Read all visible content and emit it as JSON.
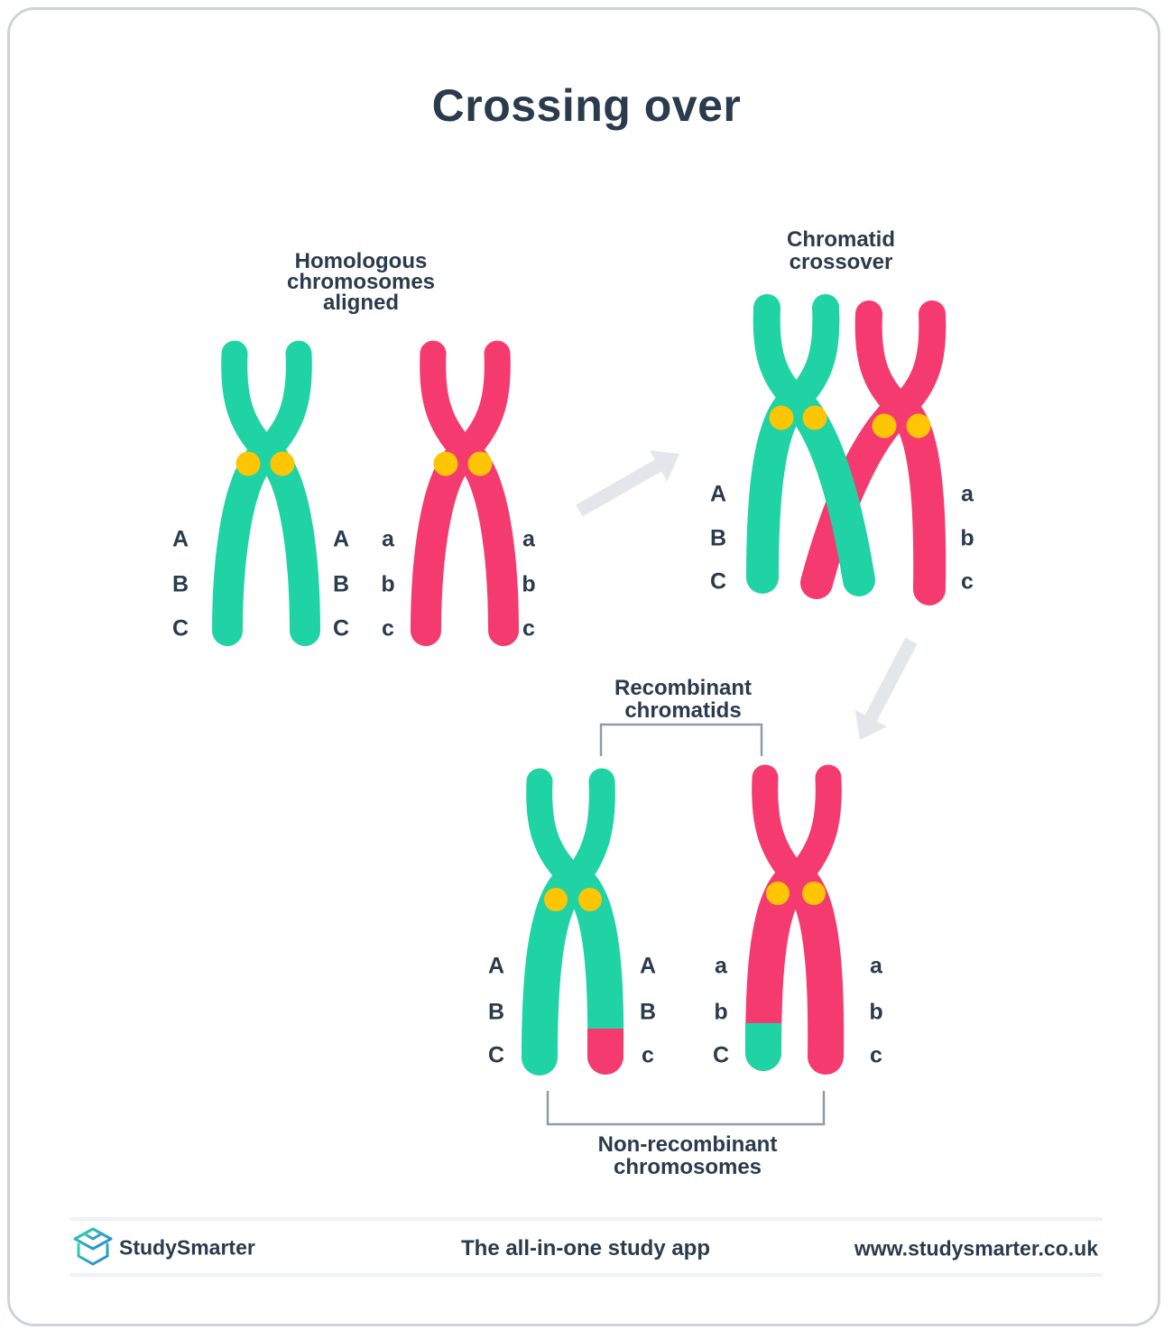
{
  "title": "Crossing over",
  "sections": {
    "homologous": {
      "title_lines": [
        "Homologous",
        "chromosomes",
        "aligned"
      ],
      "green_left": [
        "A",
        "B",
        "C"
      ],
      "green_right": [
        "A",
        "B",
        "C"
      ],
      "pink_left": [
        "a",
        "b",
        "c"
      ],
      "pink_right": [
        "a",
        "b",
        "c"
      ]
    },
    "crossover": {
      "title_lines": [
        "Chromatid",
        "crossover"
      ],
      "left": [
        "A",
        "B",
        "C"
      ],
      "right": [
        "a",
        "b",
        "c"
      ]
    },
    "result": {
      "recombinant_lines": [
        "Recombinant",
        "chromatids"
      ],
      "nonrecombinant_lines": [
        "Non-recombinant",
        "chromosomes"
      ],
      "green_left": [
        "A",
        "B",
        "C"
      ],
      "green_right": [
        "A",
        "B",
        "c"
      ],
      "pink_left": [
        "a",
        "b",
        "C"
      ],
      "pink_right": [
        "a",
        "b",
        "c"
      ]
    }
  },
  "footer": {
    "brand": "StudySmarter",
    "tagline": "The all-in-one study app",
    "website": "www.studysmarter.co.uk"
  },
  "colors": {
    "navy_text": "#2A3B4D",
    "chromosome_green": "#1FD3A5",
    "chromosome_pink": "#F43A6E",
    "centromere_yellow": "#FDC502",
    "arrow_gray": "#E3E7EC",
    "bracket_gray": "#8E9BA9",
    "card_border": "#CBD3DC",
    "footer_line": "#EEF1F5"
  }
}
